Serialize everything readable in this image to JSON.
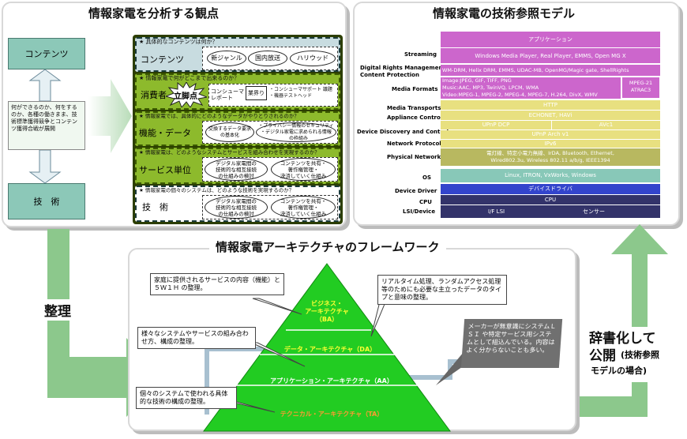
{
  "left_panel": {
    "title": "情報家電を分析する観点",
    "box_contents": "コンテンツ",
    "box_center": "何ができるのか、何をするのか、各種の働きまま、技術標準獲得競争とコンテンツ獲得合戦が展開",
    "box_tech": "技　術",
    "rows": [
      {
        "q": "★ 具体的なコンテンツは何か？",
        "label": "コンテンツ",
        "items": [
          "新ジャンル",
          "国内放送",
          "ハリウッド"
        ]
      },
      {
        "q": "★ 情報家電で何がどこまで出来るのか？",
        "label": "消費者",
        "burst": "立脚点",
        "items": [
          "コンシューマ\nレポート",
          "業界り",
          "・コンシューマサポート 議題\n・機器テストヘッド"
        ]
      },
      {
        "q": "★ 情報家電では、具体的にどのようなデータがやりとりされるのか？",
        "label": "機能・データ",
        "items": [
          "交換するデータ要求\nの基本化",
          "・プライバシー情報のセキュリティ\n・デジタル家電に求められる情報\n　の枠組み"
        ]
      },
      {
        "q": "★ 情報家電は、どのようなシステムとサービスを組み合わせを実現するのか？",
        "label": "サービス単位",
        "items": [
          "デジタル家電間の\n技術的な相互接続\nの仕組みの検討",
          "コンテンツを共有・\n著作権管理・\n決済していく仕組み"
        ]
      },
      {
        "q": "★ 情報家電の個々のシステムは、どのような技術を実現するのか？",
        "label": "技　術",
        "items": [
          "デジタル家電間の\n技術的な相互接続\nの仕組みの検討",
          "コンテンツを共有・\n著作権管理・\n決済していく仕組み"
        ]
      }
    ]
  },
  "right_panel": {
    "title": "情報家電の技術参照モデル",
    "rows": [
      {
        "label": "",
        "value": "アプリケーション"
      },
      {
        "label": "Streaming",
        "value": "Windows Media Player, Real Player, EMMS, Open MG X"
      },
      {
        "label": "Digital Rights Management\nContent Protection",
        "value": "WM-DRM, Helix DRM, EMMS, UDAC-MB, OpenMG/Magic gate, ShellRights"
      },
      {
        "label": "Media Formats",
        "value": "Image:JPEG, GIF, TIFF, PNG\nMusic:AAC, MP3, TwinVQ, LPCM, WMA\nVideo:MPEG-1, MPEG-2, MPEG-4, MPEG-7, H.264, DivX, WMV",
        "side": "MPEG-21\nATRAC3"
      },
      {
        "label": "Media Transports",
        "value": "HTTP"
      },
      {
        "label": "Appliance Control",
        "value": "ECHONET, HAVi"
      },
      {
        "label": "",
        "value": "UPnP DCP",
        "value2": "AVc1"
      },
      {
        "label": "Device Discovery and Control",
        "value": "UPnP Arch v1"
      },
      {
        "label": "Network Protocol",
        "value": "IPv6"
      },
      {
        "label": "Physical Network",
        "value": "電灯線、特定小電力無線、IrDA, Bluetooth, Ethernet,\nWired802.3u, Wireless 802.11 a/b/g, IEEE1394"
      },
      {
        "label": "OS",
        "value": "Linux, ITRON, VxWorks, Windows"
      },
      {
        "label": "Device Driver",
        "value": "デバイスドライバ"
      },
      {
        "label": "CPU",
        "value": "CPU"
      },
      {
        "label": "LSI/Device",
        "value": "I/F LSI",
        "value2": "センサー"
      }
    ]
  },
  "bottom_panel": {
    "title": "情報家電アーキテクチャのフレームワーク",
    "layers": [
      "ビジネス・\nアーキテクチャ\n（BA）",
      "データ・アーキテクチャ（DA）",
      "アプリケーション・アーキテクチャ（AA）",
      "テクニカル・アーキテクチャ（TA）"
    ],
    "callouts": [
      "家庭に提供されるサービスの内容（機能）と５Ｗ１Ｈ の整理。",
      "リアルタイム処理、ランダムアクセス処理等のためにも必要な主立ったデータのタイプと意味の整理。",
      "様々なシステムやサービスの組み合わせ方、構成の整理。",
      "個々のシステムで使われる具体的な技術の構成の整理。",
      "メーカーが無意識にシステムＬＳＩ や特定サービス用システムとして組込んでいる。内容はよく分からないことも多い。"
    ]
  },
  "labels": {
    "seiri": "整理",
    "jisho1": "辞書化して",
    "jisho2": "公開",
    "jisho3": "(技術参照",
    "jisho4": "モデルの場合)"
  },
  "colors": {
    "green_arrow": "#8cc88c",
    "row_green": "#8dba2c",
    "pyramid": "#22cc22",
    "pink": "#cc66cc",
    "yellow": "#e8e080",
    "olive": "#b8b860",
    "teal": "#88c8b8",
    "blue": "#3344cc",
    "navy": "#33336a"
  }
}
